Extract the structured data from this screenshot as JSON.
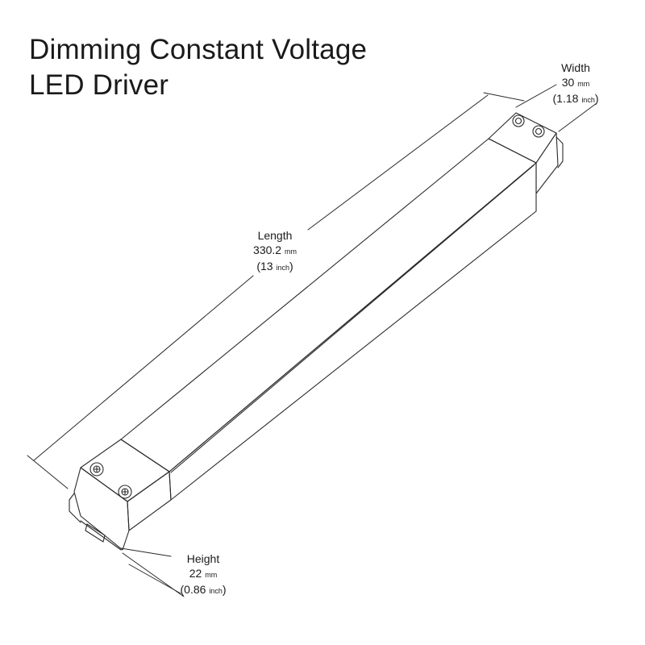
{
  "title": {
    "line1": "Dimming Constant Voltage",
    "line2": "LED Driver"
  },
  "dimensions": {
    "width": {
      "label": "Width",
      "value": "30",
      "unit": "mm",
      "alt_value": "1.18",
      "alt_unit": "inch"
    },
    "length": {
      "label": "Length",
      "value": "330.2",
      "unit": "mm",
      "alt_value": "13",
      "alt_unit": "inch"
    },
    "height": {
      "label": "Height",
      "value": "22",
      "unit": "mm",
      "alt_value": "0.86",
      "alt_unit": "inch"
    }
  },
  "colors": {
    "line": "#2a2a2a",
    "text": "#1a1a1a",
    "background": "#ffffff"
  }
}
